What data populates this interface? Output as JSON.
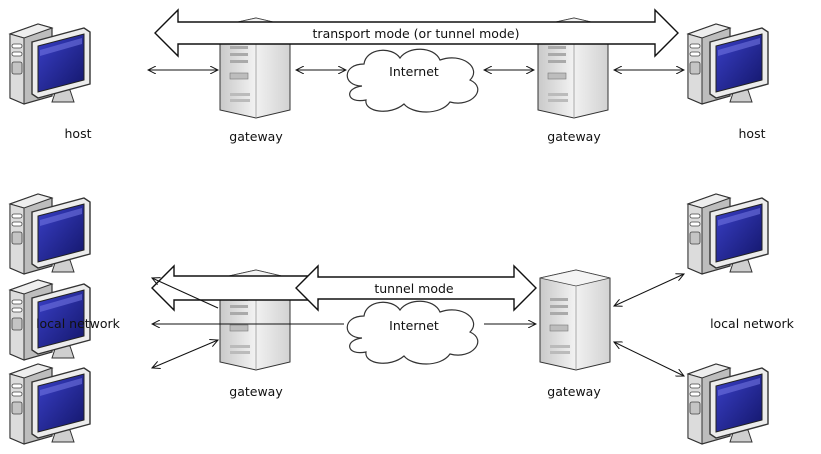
{
  "top": {
    "mode_label": "transport mode (or tunnel mode)",
    "internet_label": "Internet",
    "left_host_label": "host",
    "right_host_label": "host",
    "left_gateway_label": "gateway",
    "right_gateway_label": "gateway"
  },
  "bottom": {
    "mode_label": "tunnel mode",
    "internet_label": "Internet",
    "left_network_label": "local network",
    "right_network_label": "local network",
    "left_gateway_label": "gateway",
    "right_gateway_label": "gateway"
  },
  "colors": {
    "screen": "#2a2ea8",
    "screen_dark": "#13166a",
    "case": "#e6e6e6",
    "outline": "#333333"
  },
  "icons": [
    "computer-icon",
    "server-icon",
    "cloud-icon"
  ]
}
